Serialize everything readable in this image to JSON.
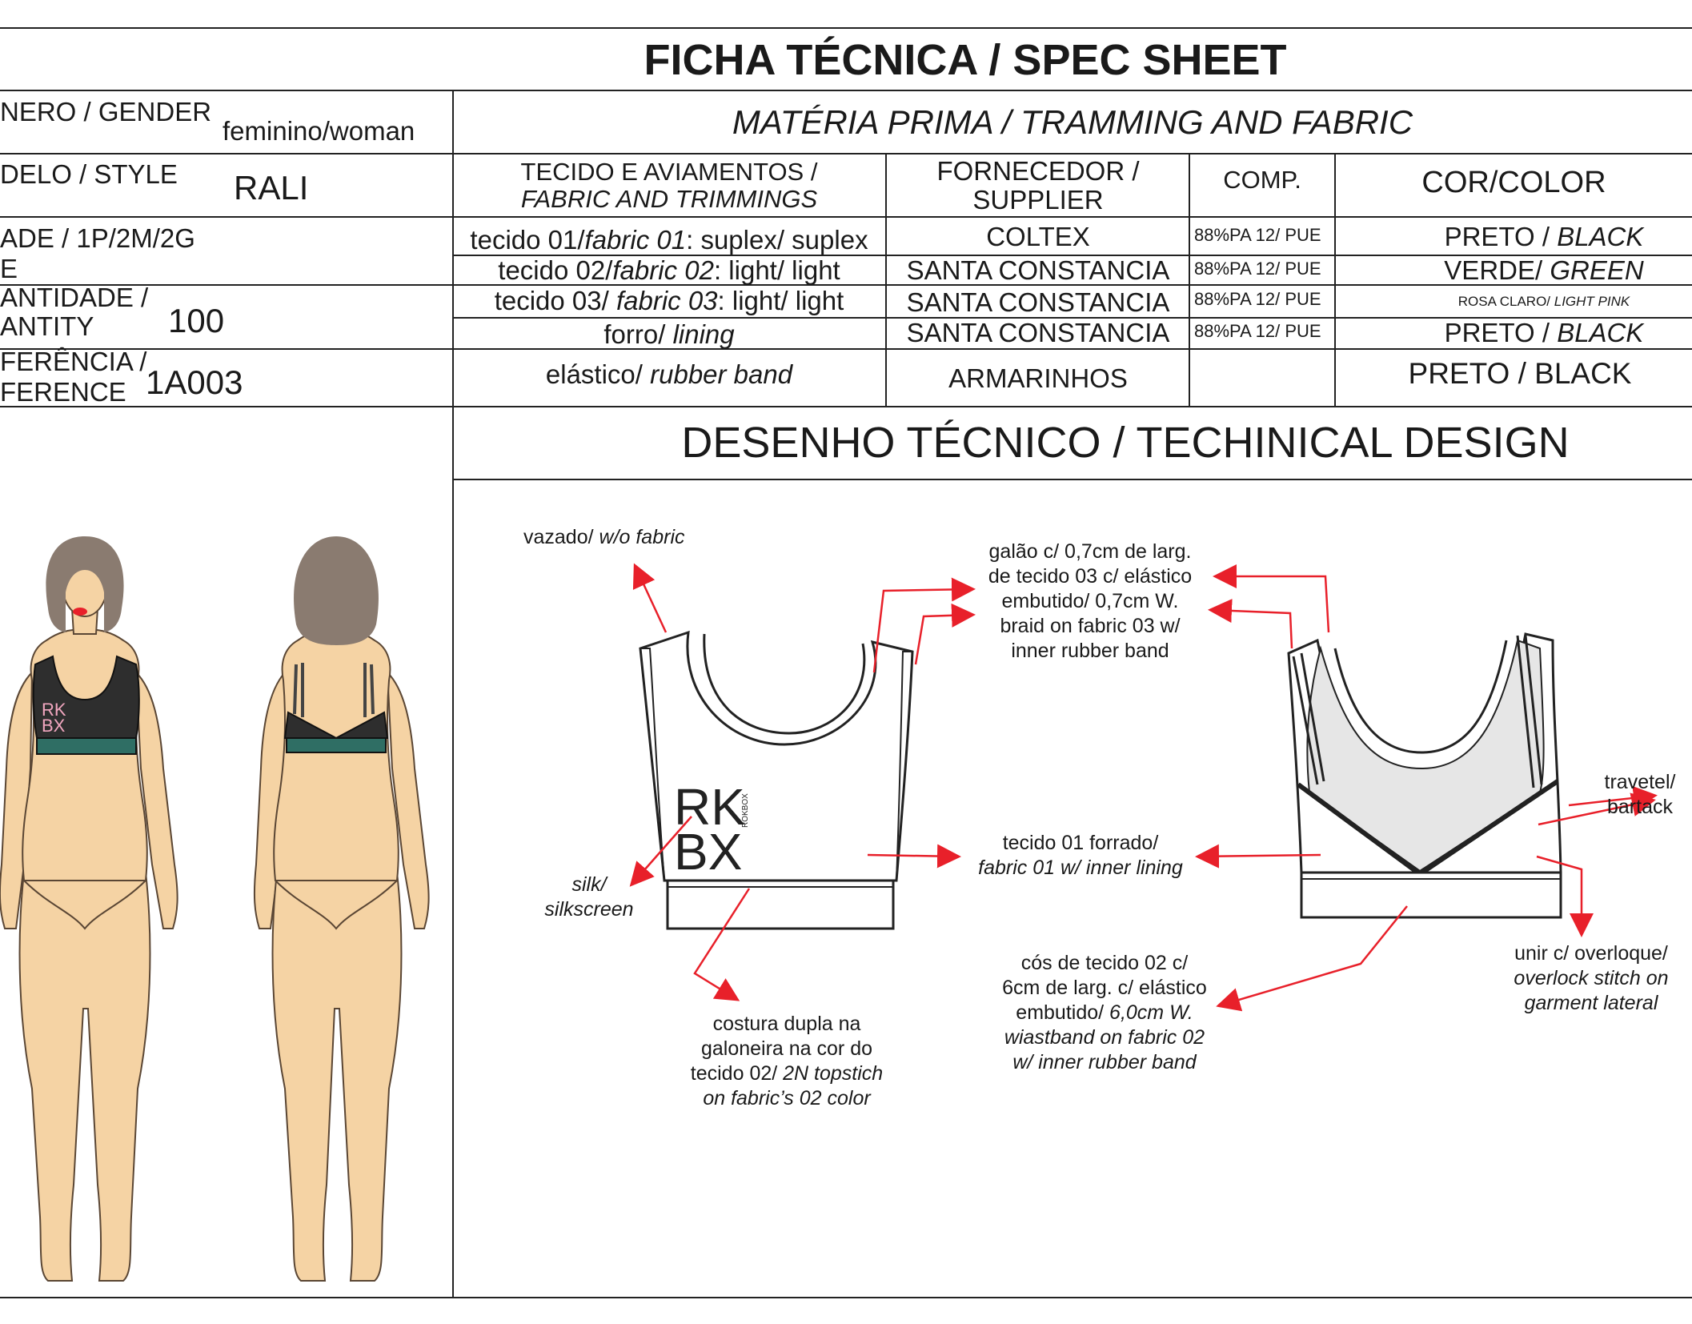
{
  "sheet": {
    "title": "FICHA TÉCNICA / SPEC SHEET",
    "gender_label": "NERO / GENDER",
    "gender_value": "feminino/woman",
    "style_label": "DELO / STYLE",
    "style_value": "RALI",
    "size_label_1": "ADE / 1P/2M/2G",
    "size_label_2": "E",
    "quantity_label_1": "ANTIDADE /",
    "quantity_label_2": "ANTITY",
    "quantity_value": "100",
    "reference_label_1": "FERÊNCIA /",
    "reference_label_2": "FERENCE",
    "reference_value": "1A003"
  },
  "materials": {
    "heading": "MATÉRIA PRIMA / TRAMMING AND FABRIC",
    "columns": {
      "fabric_1": "TECIDO E AVIAMENTOS /",
      "fabric_2": "FABRIC AND TRIMMINGS",
      "supplier_1": "FORNECEDOR /",
      "supplier_2": "SUPPLIER",
      "comp": "COMP.",
      "color": "COR/COLOR"
    },
    "rows": [
      {
        "fabric_a": "tecido 01/",
        "fabric_b": "fabric 01",
        "fabric_c": ": suplex/ suplex",
        "supplier": "COLTEX",
        "comp": "88%PA 12/ PUE",
        "color_a": "PRETO / ",
        "color_b": "BLACK"
      },
      {
        "fabric_a": "tecido 02/",
        "fabric_b": "fabric 02",
        "fabric_c": ": light/ light",
        "supplier": "SANTA CONSTANCIA",
        "comp": "88%PA 12/ PUE",
        "color_a": "VERDE/ ",
        "color_b": "GREEN"
      },
      {
        "fabric_a": "tecido 03/ ",
        "fabric_b": "fabric 03",
        "fabric_c": ": light/ light",
        "supplier": "SANTA CONSTANCIA",
        "comp": "88%PA 12/ PUE",
        "color_a": "ROSA CLARO/ ",
        "color_b": "LIGHT PINK"
      },
      {
        "fabric_a": "forro/ ",
        "fabric_b": "lining",
        "fabric_c": "",
        "supplier": "SANTA CONSTANCIA",
        "comp": "88%PA 12/ PUE",
        "color_a": "PRETO / ",
        "color_b": "BLACK"
      },
      {
        "fabric_a": "elástico/ ",
        "fabric_b": "rubber band",
        "fabric_c": "",
        "supplier": "ARMARINHOS",
        "comp": "",
        "color_a": "PRETO / BLACK",
        "color_b": ""
      }
    ]
  },
  "design": {
    "heading": "DESENHO TÉCNICO / TECHINICAL DESIGN",
    "brand_top": "RK",
    "brand_bottom": "BX",
    "brand_small": "ROKBOX",
    "notes": {
      "vazado_a": "vazado/ ",
      "vazado_b": "w/o fabric",
      "galao_1": "galão c/ 0,7cm de larg.",
      "galao_2": "de tecido 03 c/ elástico",
      "galao_3": "embutido/ 0,7cm W.",
      "galao_4": "braid on fabric 03 w/",
      "galao_5": "inner rubber band",
      "travetel_1": "travetel/",
      "travetel_2": "bartack",
      "forrado_1": "tecido 01 forrado/",
      "forrado_2": "fabric 01 w/ inner lining",
      "silk_1": "silk/",
      "silk_2": "silkscreen",
      "costura_1": "costura dupla na",
      "costura_2": "galoneira na cor do",
      "costura_3a": "tecido 02/ ",
      "costura_3b": "2N topstich",
      "costura_4": "on fabric’s 02 color",
      "cos_1": "cós de tecido 02 c/",
      "cos_2": "6cm de larg. c/ elástico",
      "cos_3a": "embutido/ ",
      "cos_3b": "6,0cm W.",
      "cos_4": "wiastband on fabric 02",
      "cos_5": "w/ inner rubber band",
      "unir_1": "unir c/ overloque/",
      "unir_2": "overlock stitch on",
      "unir_3": "garment lateral"
    }
  },
  "colors": {
    "arrow": "#e8202a",
    "skin": "#f5d3a4",
    "hair": "#8a7b70",
    "top": "#2e2e2e",
    "band": "#2f6e64",
    "logo_pink": "#f2a7c0",
    "lining_grey": "#e6e6e6"
  }
}
